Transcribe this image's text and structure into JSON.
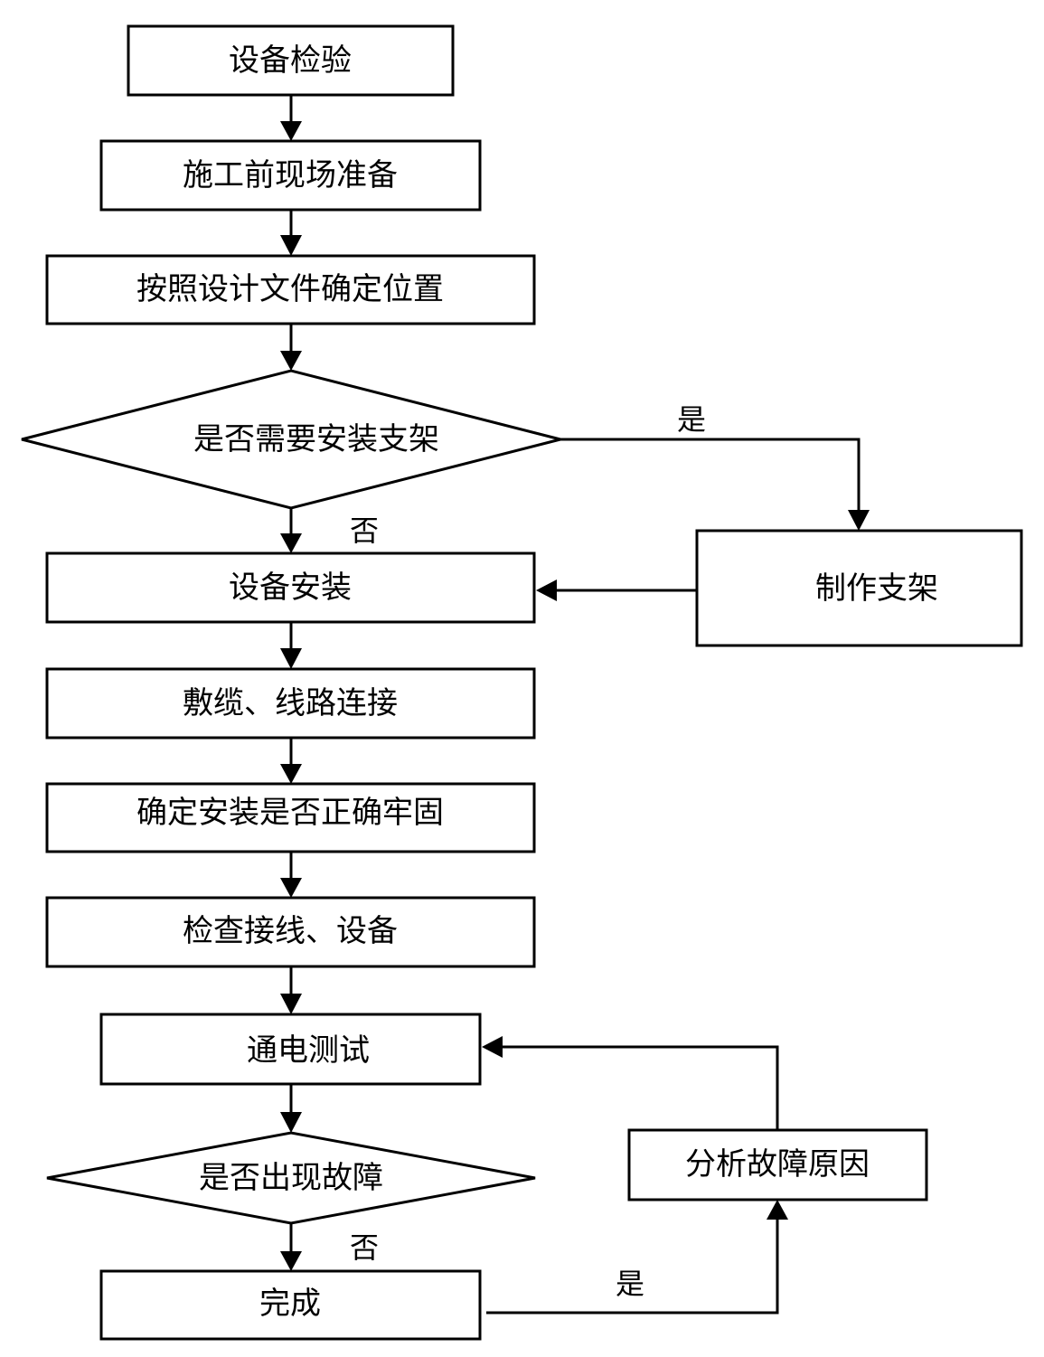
{
  "nodes": {
    "inspect": "设备检验",
    "prepare": "施工前现场准备",
    "position": "按照设计文件确定位置",
    "need_bracket": "是否需要安装支架",
    "make_bracket": "制作支架",
    "install": "设备安装",
    "cabling": "敷缆、线路连接",
    "check_secure": "确定安装是否正确牢固",
    "check_wiring": "检查接线、设备",
    "power_test": "通电测试",
    "fault_q": "是否出现故障",
    "analyze": "分析故障原因",
    "done": "完成"
  },
  "edge_labels": {
    "bracket_yes": "是",
    "bracket_no": "否",
    "fault_no": "否",
    "fault_yes": "是"
  }
}
